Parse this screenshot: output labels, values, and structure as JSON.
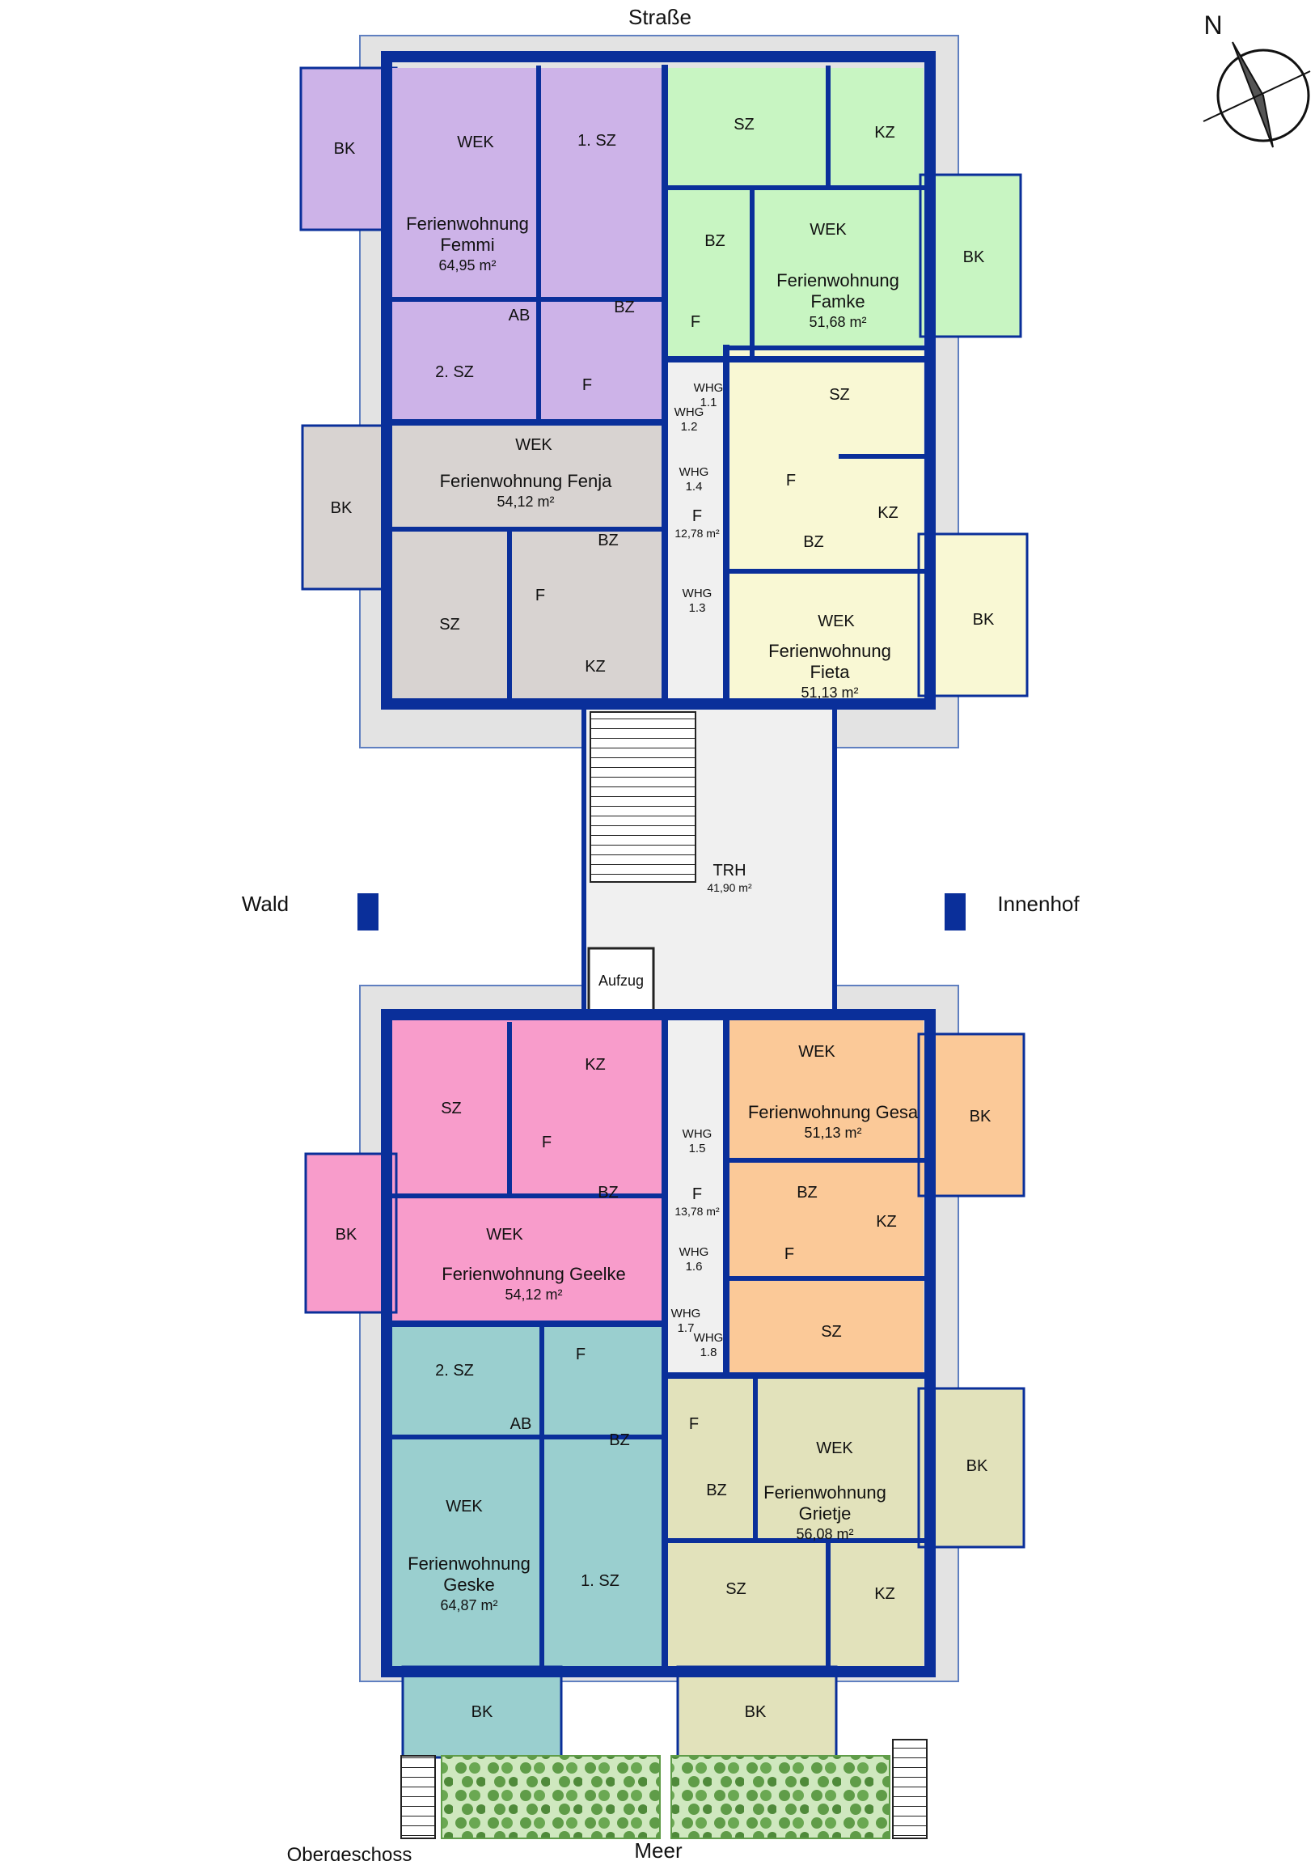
{
  "compass": {
    "letter": "N"
  },
  "labels": {
    "street": "Straße",
    "forest": "Wald",
    "courtyard": "Innenhof",
    "sea": "Meer",
    "floor": "Obergeschoss"
  },
  "colors": {
    "wall": "#0a2f9a",
    "femmi": "#cdb3e8",
    "famke": "#c8f5c2",
    "fenja": "#d8d3d1",
    "fieta": "#f9f8d4",
    "geelke": "#f89ccb",
    "geske": "#9acfcf",
    "gesa": "#fbc998",
    "grietje": "#e2e2bb",
    "corridor": "#f0f0f0",
    "terrace": "#d9d9d9",
    "garden": "#b3dca0"
  },
  "rooms": {
    "femmi": {
      "bk": "BK",
      "wek": "WEK",
      "sz1": "1. SZ",
      "name1": "Ferienwohnung",
      "name2": "Femmi",
      "area": "64,95 m²",
      "ab": "AB",
      "bz": "BZ",
      "sz2": "2. SZ",
      "f": "F"
    },
    "famke": {
      "sz": "SZ",
      "kz": "KZ",
      "bz": "BZ",
      "wek": "WEK",
      "bk": "BK",
      "name1": "Ferienwohnung",
      "name2": "Famke",
      "area": "51,68 m²",
      "f": "F"
    },
    "fenja": {
      "wek": "WEK",
      "bk": "BK",
      "name": "Ferienwohnung Fenja",
      "area": "54,12 m²",
      "bz": "BZ",
      "f": "F",
      "sz": "SZ",
      "kz": "KZ"
    },
    "fieta": {
      "sz": "SZ",
      "f": "F",
      "kz": "KZ",
      "bz": "BZ",
      "wek": "WEK",
      "bk": "BK",
      "name1": "Ferienwohnung",
      "name2": "Fieta",
      "area": "51,13 m²"
    },
    "geelke": {
      "sz": "SZ",
      "kz": "KZ",
      "f": "F",
      "bz": "BZ",
      "bk": "BK",
      "wek": "WEK",
      "name": "Ferienwohnung Geelke",
      "area": "54,12 m²"
    },
    "geske": {
      "sz2": "2. SZ",
      "f": "F",
      "ab": "AB",
      "bz": "BZ",
      "wek": "WEK",
      "name1": "Ferienwohnung",
      "name2": "Geske",
      "area": "64,87 m²",
      "sz1": "1. SZ",
      "bk": "BK"
    },
    "gesa": {
      "wek": "WEK",
      "bk": "BK",
      "name": "Ferienwohnung Gesa",
      "area": "51,13 m²",
      "bz": "BZ",
      "kz": "KZ",
      "f": "F",
      "sz": "SZ"
    },
    "grietje": {
      "f": "F",
      "wek": "WEK",
      "bk": "BK",
      "bz": "BZ",
      "name1": "Ferienwohnung",
      "name2": "Grietje",
      "area": "56,08 m²",
      "sz": "SZ",
      "kz": "KZ"
    }
  },
  "corridor": {
    "north": {
      "f": "F",
      "area": "12,78 m²"
    },
    "south": {
      "f": "F",
      "area": "13,78 m²"
    },
    "trh": "TRH",
    "trh_area": "41,90 m²",
    "elevator": "Aufzug"
  },
  "doors": {
    "whg11": "WHG",
    "whg11n": "1.1",
    "whg12": "WHG",
    "whg12n": "1.2",
    "whg13": "WHG",
    "whg13n": "1.3",
    "whg14": "WHG",
    "whg14n": "1.4",
    "whg15": "WHG",
    "whg15n": "1.5",
    "whg16": "WHG",
    "whg16n": "1.6",
    "whg17": "WHG",
    "whg17n": "1.7",
    "whg18": "WHG",
    "whg18n": "1.8"
  }
}
